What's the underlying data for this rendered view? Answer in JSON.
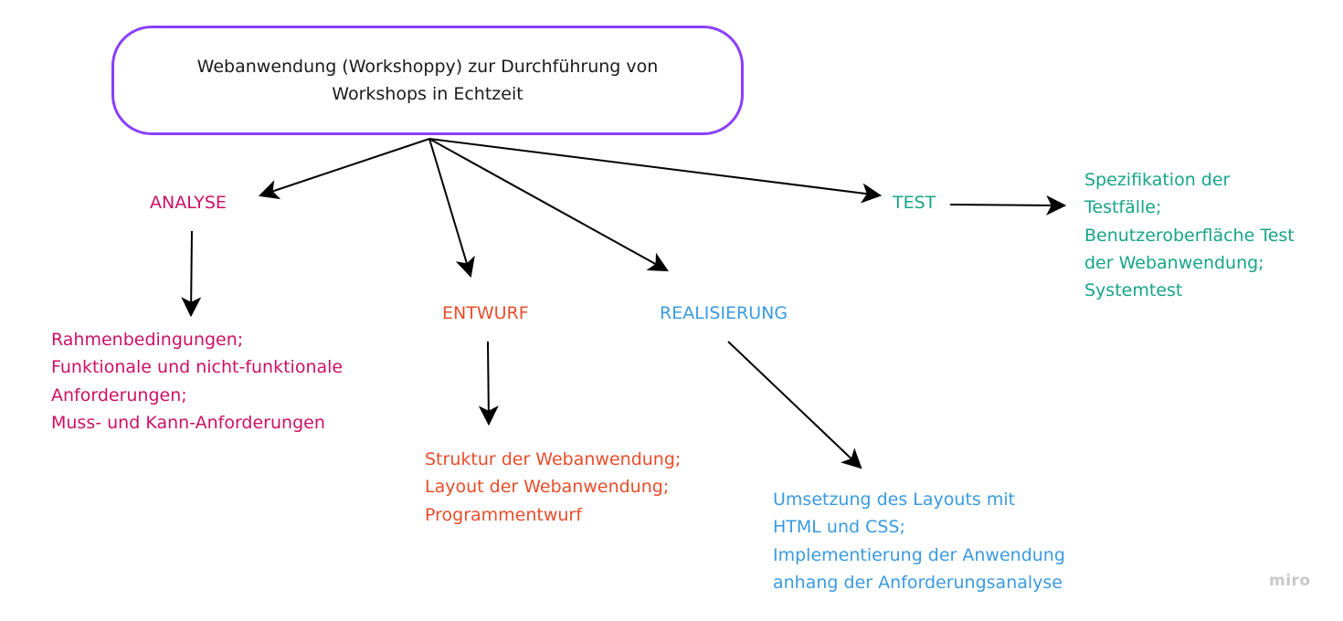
{
  "root": {
    "title": "Webanwendung (Workshoppy) zur Durchführung von\nWorkshops in Echtzeit"
  },
  "phases": {
    "analyse": {
      "label": "ANALYSE",
      "color": "#cc1065",
      "items": [
        "Rahmenbedingungen;",
        "Funktionale und nicht-funktionale",
        "Anforderungen;",
        "Muss- und Kann-Anforderungen"
      ]
    },
    "entwurf": {
      "label": "ENTWURF",
      "color": "#e84d2a",
      "items": [
        "Struktur der Webanwendung;",
        "Layout der Webanwendung;",
        "Programmentwurf"
      ]
    },
    "realisierung": {
      "label": "REALISIERUNG",
      "color": "#3a9ae0",
      "items": [
        "Umsetzung des Layouts mit",
        "HTML und CSS;",
        "Implementierung der Anwendung",
        "anhang der Anforderungsanalyse"
      ]
    },
    "test": {
      "label": "TEST",
      "color": "#17a488",
      "items": [
        "Spezifikation der",
        "Testfälle;",
        "Benutzeroberfläche Test",
        "der Webanwendung;",
        "Systemtest"
      ]
    }
  },
  "root_border_color": "#8a3ffc",
  "watermark": "miro"
}
